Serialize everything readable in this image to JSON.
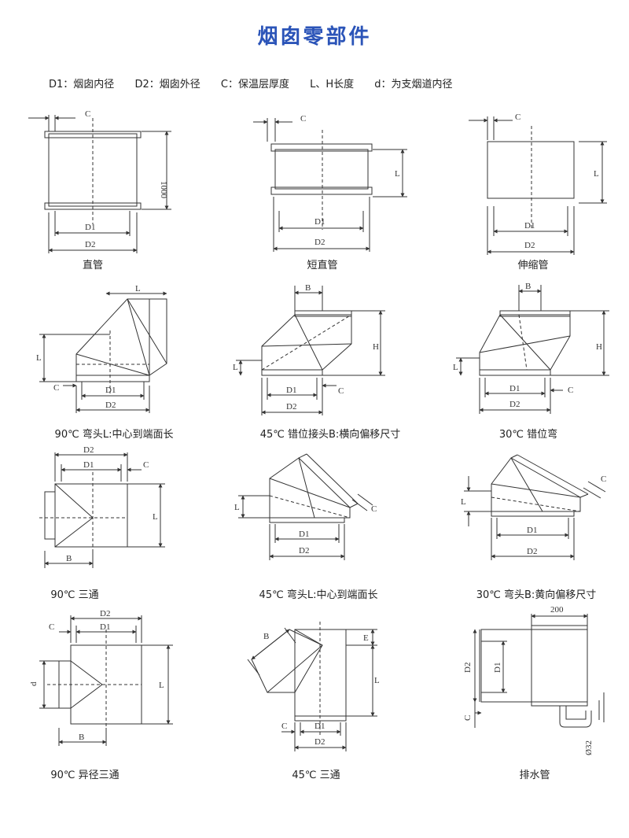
{
  "title": "烟囱零部件",
  "legend": [
    "D1：烟囱内径",
    "D2：烟囱外径",
    "C：保温层厚度",
    "L、H长度",
    "d：为支烟道内径"
  ],
  "labels": {
    "C": "C",
    "D1": "D1",
    "D2": "D2",
    "L": "L",
    "H": "H",
    "B": "B",
    "E": "E",
    "d": "d",
    "len1000": "1000",
    "len200": "200",
    "dia32": "Ø32"
  },
  "captions": {
    "straight": "直管",
    "short": "短直管",
    "telescopic": "伸缩管",
    "elbow90": "90℃ 弯头L:中心到端面长",
    "offset45": "45℃ 错位接头B:横向偏移尺寸",
    "offset30": "30℃ 错位弯",
    "tee90": "90℃ 三通",
    "elbow45": "45℃ 弯头L:中心到端面长",
    "elbow30": "30℃ 弯头B:黄向偏移尺寸",
    "reducerTee": "90℃ 异径三通",
    "tee45": "45℃ 三通",
    "drain": "排水管"
  }
}
